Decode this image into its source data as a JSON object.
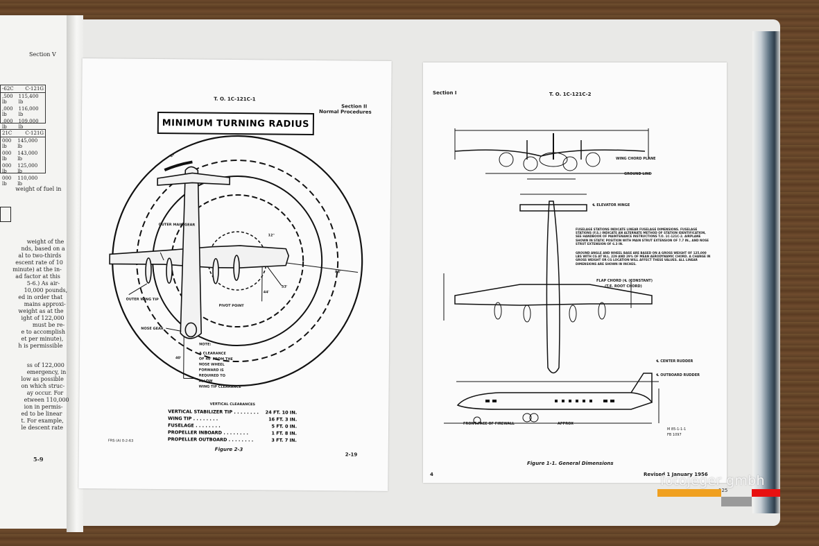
{
  "left_page": {
    "section": "Section V",
    "table1": [
      [
        "-62C",
        "C-121G"
      ],
      [
        ",500 lb",
        "115,400 lb"
      ],
      [
        ",000 lb",
        "116,000 lb"
      ],
      [
        ",000 lb",
        "109,000 lb"
      ]
    ],
    "table2": [
      [
        "21C",
        "C-121G"
      ],
      [
        "000 lb",
        "145,000 lb"
      ],
      [
        "000 lb",
        "143,000 lb"
      ],
      [
        "000 lb",
        "125,000 lb"
      ],
      [
        "000 lb",
        "110,000 lb"
      ]
    ],
    "text_fragments": [
      "weight of fuel in",
      "weight of the",
      "nds, based on a",
      "al to two-thirds",
      "escent rate of 10",
      "minute) at the in-",
      "ad factor at this",
      "5-6.) As air-",
      "10,000 pounds,",
      "ed in order that",
      "mains approxi-",
      "weight as at the",
      "ight of 122,000",
      "must be re-",
      "e to accomplish",
      "et per minute),",
      "h is permissible",
      "ss of 122,000",
      "emergency, in",
      "low as possible",
      "on which struc-",
      "ay occur. For",
      "etween 110,000",
      "ion in permis-",
      "ed to be linear",
      "t. For example,",
      "le descent rate"
    ],
    "page_number": "5-9"
  },
  "doc1": {
    "to_number": "T. O. 1C-121C-1",
    "section": "Section II",
    "section_sub": "Normal Procedures",
    "title": "MINIMUM TURNING RADIUS",
    "labels": {
      "outer_main_gear": "OUTER MAIN GEAR",
      "outer_wing_tip": "OUTER WING TIP",
      "nose_gear": "NOSE GEAR",
      "pivot_point": "PIVOT POINT",
      "angle_6": "6°",
      "angle_12": "12°",
      "angle_53": "53'",
      "angle_44": "44'",
      "angle_88": "88'",
      "dim_40": "40'"
    },
    "note_title": "NOTE:",
    "note_lines": [
      "A CLEARANCE",
      "OF 40' FROM THE",
      "NOSE WHEEL",
      "FORWARD IS",
      "REQUIRED TO",
      "ALLOW",
      "WING TIP CLEARANCE"
    ],
    "clearances_title": "VERTICAL CLEARANCES",
    "clearances": [
      {
        "label": "VERTICAL STABILIZER TIP",
        "ft": "24 FT.",
        "in": "10 IN."
      },
      {
        "label": "WING TIP",
        "ft": "16 FT.",
        "in": "3 IN."
      },
      {
        "label": "FUSELAGE",
        "ft": "5 FT.",
        "in": "0 IN."
      },
      {
        "label": "PROPELLER INBOARD",
        "ft": "1 FT.",
        "in": "8 IN."
      },
      {
        "label": "PROPELLER OUTBOARD",
        "ft": "3 FT.",
        "in": "7 IN."
      }
    ],
    "footer_left": "FRS (A) 0-2-63",
    "figure": "Figure 2-3",
    "page_number": "2-19"
  },
  "doc2": {
    "section": "Section I",
    "to_number": "T. O. 1C-121C-2",
    "labels": {
      "wing_chord_plane": "WING CHORD PLANE",
      "ground_line": "GROUND LINE",
      "elevator_hinge": "℄ ELEVATOR HINGE",
      "flap_chord": "FLAP CHORD (℄ (CONSTANT)",
      "te_root_chord": "(T.E. ROOT CHORD)",
      "center_rudder": "℄ CENTER RUDDER",
      "outboard_rudder": "℄ OUTBOARD RUDDER",
      "front_face": "FRONT FACE OF FIREWALL",
      "approx": "APPROX"
    },
    "notes": "FUSELAGE STATIONS INDICATE LINEAR FUSELAGE DIMENSIONS. FUSELAGE STATIONS (F.S.) INDICATE AN ALTERNATE METHOD OF STATION IDENTIFICATION, SEE HANDBOOK OF MAINTENANCE INSTRUCTIONS T.O. 1C-121C-2. AIRPLANE SHOWN IN STATIC POSITION WITH MAIN STRUT EXTENSION OF 7.7 IN., AND NOSE STRUT EXTENSION OF 6.3 IN.",
    "notes2": "GROUND ANGLE AND WHEEL BASE ARE BASED ON A GROSS WEIGHT OF 125,000 LBS WITH CG AT W.L. 229 AND 29% OF MEAN AERODYNAMIC CHORD. A CHANGE IN GROSS WEIGHT OR CG LOCATION WILL AFFECT THESE VALUES. ALL LINEAR DIMENSIONS ARE SHOWN IN INCHES.",
    "figure": "Figure 1-1. General Dimensions",
    "page_number": "4",
    "revised": "Revised 1 January 1956",
    "ref": "M 85-1-1-1",
    "fb": "FB 1097"
  },
  "watermark": {
    "brand": "fotojeger gmbh",
    "page_code": "125",
    "bar_colors": [
      "#f0a020",
      "#9a9a9a",
      "#e81010"
    ]
  }
}
